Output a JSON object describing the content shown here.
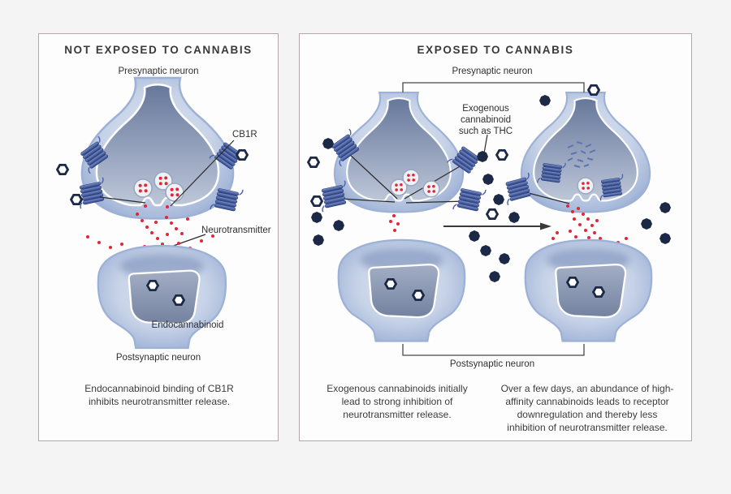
{
  "left_panel": {
    "title": "NOT EXPOSED TO CANNABIS",
    "labels": {
      "presynaptic": "Presynaptic neuron",
      "cb1r": "CB1R",
      "neurotransmitter": "Neurotransmitter",
      "endocannabinoid": "Endocannabinoid",
      "postsynaptic": "Postsynaptic neuron"
    },
    "caption_lines": [
      "Endocannabinoid binding of CB1R",
      "inhibits neurotransmitter release."
    ]
  },
  "right_panel": {
    "title": "EXPOSED TO CANNABIS",
    "labels": {
      "presynaptic": "Presynaptic neuron",
      "exogenous_lines": [
        "Exogenous",
        "cannabinoid",
        "such as THC"
      ],
      "postsynaptic": "Postsynaptic neuron"
    },
    "caption_initial_lines": [
      "Exogenous cannabinoids initially",
      "lead to strong inhibition of",
      "neurotransmitter release."
    ],
    "caption_downregulation_lines": [
      "Over a few days, an abundance of high-",
      "affinity cannabinoids leads to receptor",
      "downregulation and thereby less",
      "inhibition of neurotransmitter release."
    ]
  },
  "icons": {
    "cb1r_receptor": "striped-barrel-receptor-icon",
    "thc_molecule": "filled-dark-polygon-icon",
    "endocannabinoid_molecule": "open-hexagon-ring-icon",
    "neurotransmitter": "red-dot-icon",
    "vesicle": "dotted-vesicle-circle-icon"
  },
  "colors": {
    "background": "#f5f4f5",
    "panel_border": "#b9a4a9",
    "neuron_blue": "#b7c6e0",
    "receptor_blue": "#3e57a0",
    "thc_navy": "#1b2947",
    "neurotransmitter_red": "#e32636",
    "text": "#3b3b3d"
  }
}
